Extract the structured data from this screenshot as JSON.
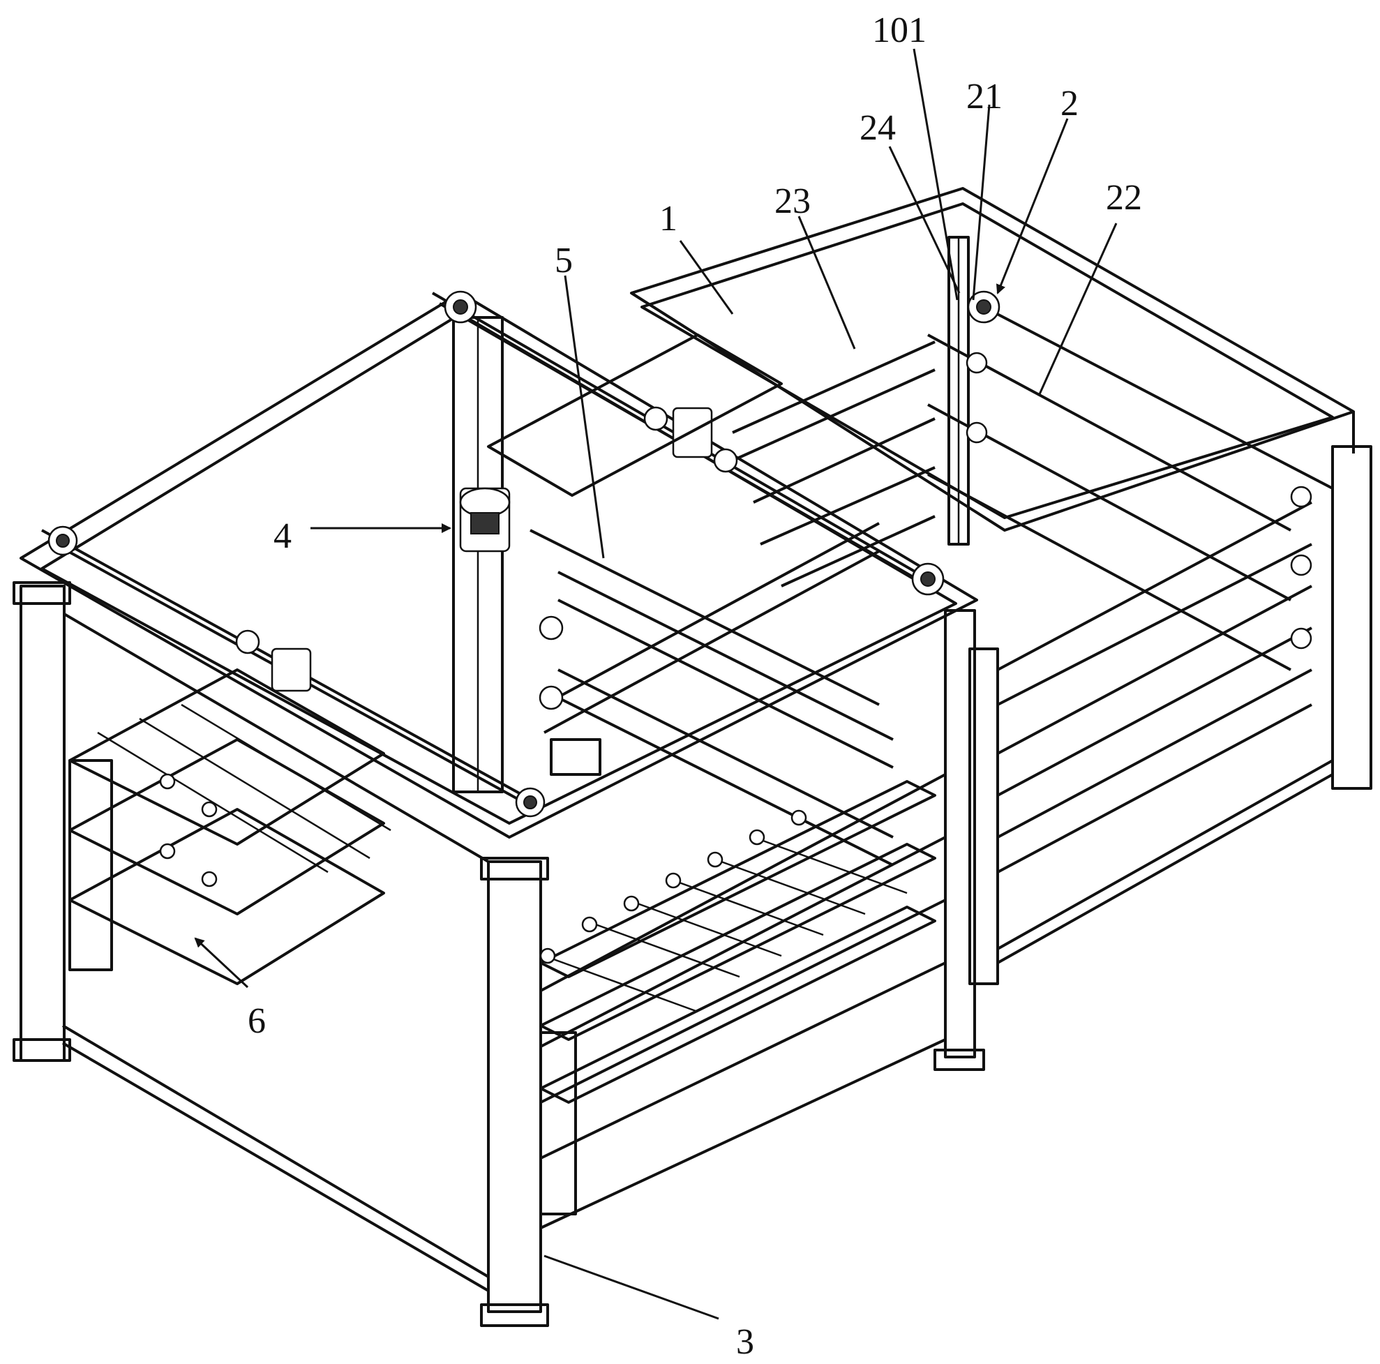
{
  "figure": {
    "callouts": [
      {
        "id": "c101",
        "label": "101"
      },
      {
        "id": "c21",
        "label": "21"
      },
      {
        "id": "c2",
        "label": "2"
      },
      {
        "id": "c24",
        "label": "24"
      },
      {
        "id": "c22",
        "label": "22"
      },
      {
        "id": "c23",
        "label": "23"
      },
      {
        "id": "c1",
        "label": "1"
      },
      {
        "id": "c5",
        "label": "5"
      },
      {
        "id": "c4",
        "label": "4"
      },
      {
        "id": "c6",
        "label": "6"
      },
      {
        "id": "c3",
        "label": "3"
      }
    ]
  }
}
